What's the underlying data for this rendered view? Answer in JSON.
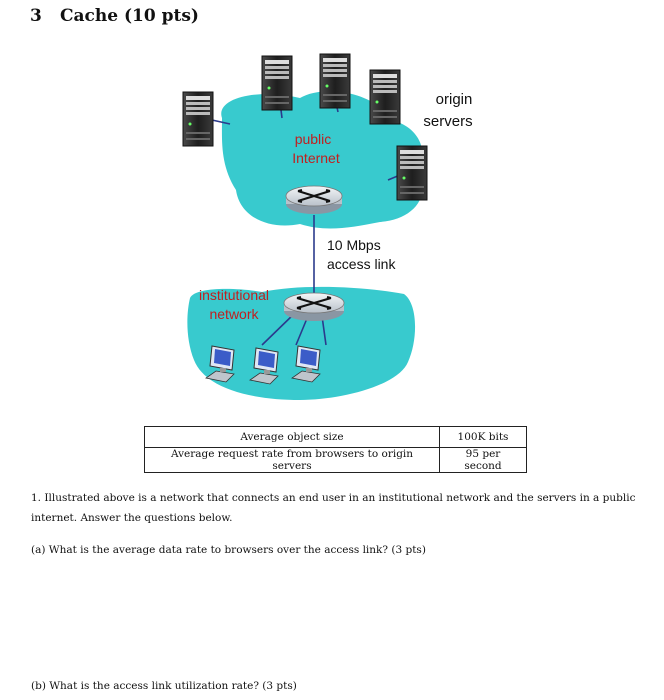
{
  "section": {
    "number": "3",
    "title": "Cache (10 pts)"
  },
  "figure": {
    "origin_servers": [
      "origin",
      "servers"
    ],
    "public_internet": [
      "public",
      "Internet"
    ],
    "access_link": [
      "10 Mbps",
      "access link"
    ],
    "institutional_network": [
      "institutional",
      "network"
    ]
  },
  "table": {
    "rows": [
      {
        "label": "Average object size",
        "value": "100K bits"
      },
      {
        "label": "Average request rate from browsers to origin servers",
        "value": "95 per second"
      }
    ]
  },
  "question": {
    "intro": "1. Illustrated above is a network that connects an end user in an institutional network and the servers in a public internet. Answer the questions below.",
    "a": "(a) What is the average data rate to browsers over the access link? (3 pts)",
    "b": "(b) What is the access link utilization rate? (3 pts)"
  },
  "colors": {
    "cloud": "#38cace",
    "institutional_label": "#c02020",
    "router": "#d8dde3",
    "server": "#2a2a2a",
    "link": "#2b3a8c"
  }
}
